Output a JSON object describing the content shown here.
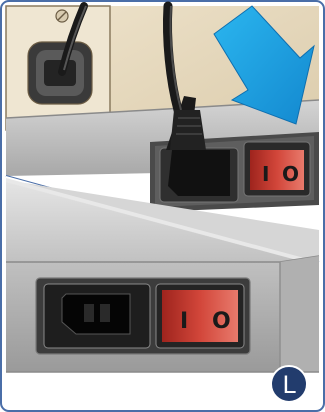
{
  "illustration": {
    "subject": "power-cord-connection-step",
    "step_badge": {
      "letter": "L"
    },
    "upper_switch": {
      "symbols": [
        "I",
        "O"
      ]
    },
    "lower_switch": {
      "symbols": [
        "I",
        "O"
      ]
    },
    "colors": {
      "frame_border": "#4a6ea8",
      "background_beige": "#e9dcc3",
      "panel_gray": "#c9c9c9",
      "panel_dark": "#545454",
      "arrow_blue": "#16a2e0",
      "switch_red": "#c0342b",
      "badge_navy": "#223c6d",
      "cord_black": "#1a1a1a"
    },
    "icons": [
      "wall-outlet-icon",
      "power-cord-icon",
      "insert-arrow-icon",
      "rocker-switch-icon",
      "iec-power-inlet-icon"
    ]
  }
}
